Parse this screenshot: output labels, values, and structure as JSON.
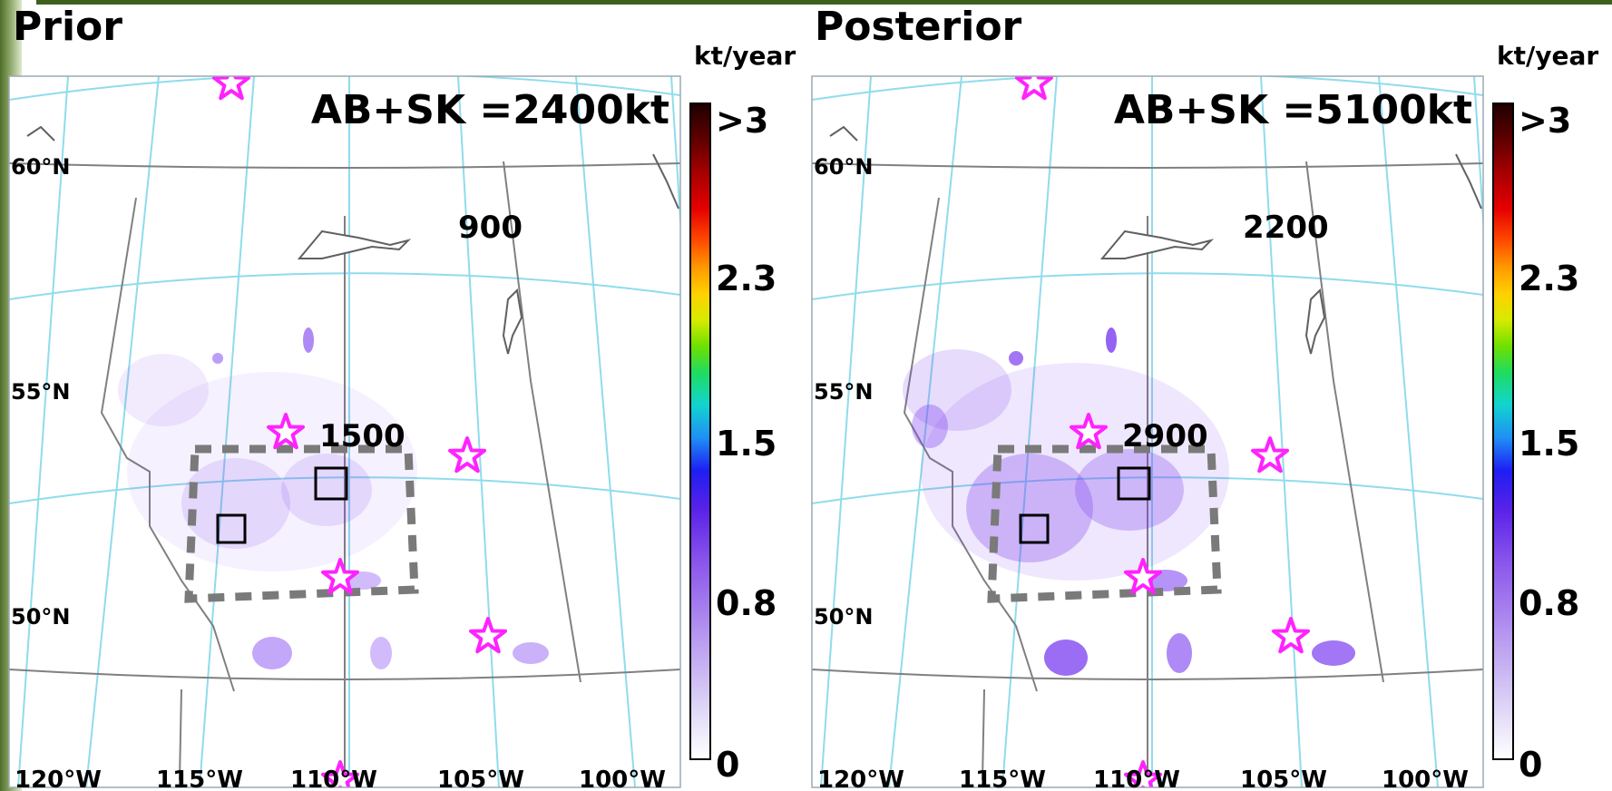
{
  "panels": [
    {
      "id": "prior",
      "title": "Prior",
      "total_label": "AB+SK =2400kt",
      "region_values": [
        "900",
        "1500"
      ]
    },
    {
      "id": "posterior",
      "title": "Posterior",
      "total_label": "AB+SK =5100kt",
      "region_values": [
        "2200",
        "2900"
      ]
    }
  ],
  "colorbar": {
    "unit": "kt/year",
    "ticks": [
      {
        "label": ">3",
        "value": 3.0
      },
      {
        "label": "2.3",
        "value": 2.3
      },
      {
        "label": "1.5",
        "value": 1.5
      },
      {
        "label": "0.8",
        "value": 0.8
      },
      {
        "label": "0",
        "value": 0.0
      }
    ]
  },
  "latitude_labels": [
    "60°N",
    "55°N",
    "50°N"
  ],
  "longitude_labels": [
    "120°W",
    "115°W",
    "110°W",
    "105°W",
    "100°W"
  ],
  "markers": {
    "star_color": "#ff22ff",
    "star_count_per_panel": 6,
    "box_count_per_panel": 2,
    "dashed_region_color": "#7a7a7a"
  },
  "colors": {
    "graticule": "#8fdcec",
    "border": "#808080",
    "enhancement": "#7a3cf0"
  }
}
